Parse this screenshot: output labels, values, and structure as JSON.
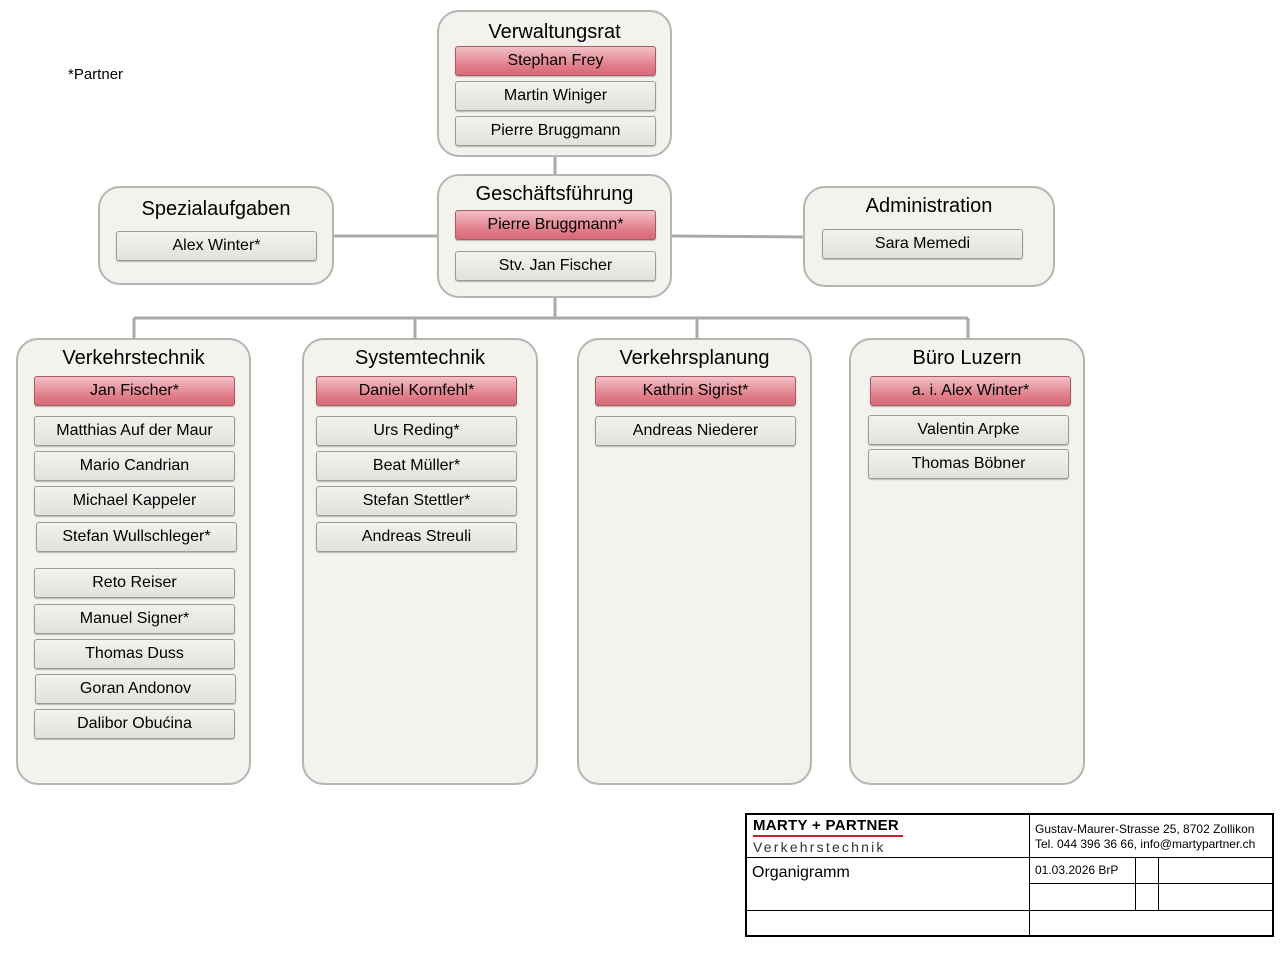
{
  "legend": "*Partner",
  "verwaltungsrat": {
    "title": "Verwaltungsrat",
    "members": [
      "Stephan Frey",
      "Martin Winiger",
      "Pierre Bruggmann"
    ]
  },
  "geschaeftsfuehrung": {
    "title": "Geschäftsführung",
    "members": [
      "Pierre Bruggmann*",
      "Stv. Jan Fischer"
    ]
  },
  "spezialaufgaben": {
    "title": "Spezialaufgaben",
    "members": [
      "Alex Winter*"
    ]
  },
  "administration": {
    "title": "Administration",
    "members": [
      "Sara Memedi"
    ]
  },
  "departments": [
    {
      "title": "Verkehrstechnik",
      "members": [
        "Jan Fischer*",
        "Matthias Auf der Maur",
        "Mario Candrian",
        "Michael Kappeler",
        "Stefan Wullschleger*",
        "Reto Reiser",
        "Manuel Signer*",
        "Thomas Duss",
        "Goran Andonov",
        "Dalibor Obućina"
      ]
    },
    {
      "title": "Systemtechnik",
      "members": [
        "Daniel Kornfehl*",
        "Urs Reding*",
        "Beat Müller*",
        "Stefan Stettler*",
        "Andreas Streuli"
      ]
    },
    {
      "title": "Verkehrsplanung",
      "members": [
        "Kathrin Sigrist*",
        "Andreas Niederer"
      ]
    },
    {
      "title": "Büro Luzern",
      "members": [
        "a. i. Alex Winter*",
        "Valentin Arpke",
        "Thomas Böbner"
      ]
    }
  ],
  "titleblock": {
    "company": "MARTY + PARTNER",
    "division": "Verkehrstechnik",
    "address_line1": "Gustav-Maurer-Strasse 25, 8702 Zollikon",
    "address_line2": "Tel. 044 396 36 66, info@martypartner.ch",
    "document_title": "Organigramm",
    "date_author": "01.03.2026 BrP"
  },
  "colors": {
    "lead_box": "#e07a87",
    "group_fill": "#f3f2ed",
    "connector": "#a9a9a9",
    "brand_red": "#cc1f2f"
  }
}
